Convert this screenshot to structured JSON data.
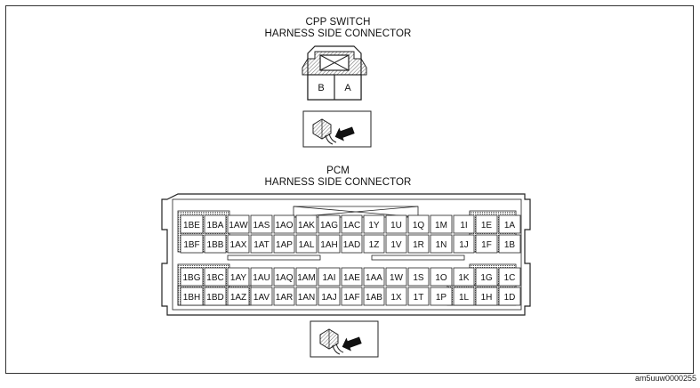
{
  "cpp": {
    "title_line1": "CPP SWITCH",
    "title_line2": "HARNESS SIDE CONNECTOR",
    "pins": [
      "B",
      "A"
    ]
  },
  "pcm": {
    "title_line1": "PCM",
    "title_line2": "HARNESS SIDE CONNECTOR",
    "row1": [
      "1BE",
      "1BA",
      "1AW",
      "1AS",
      "1AO",
      "1AK",
      "1AG",
      "1AC",
      "1Y",
      "1U",
      "1Q",
      "1M",
      "1I",
      "1E",
      "1A"
    ],
    "row2": [
      "1BF",
      "1BB",
      "1AX",
      "1AT",
      "1AP",
      "1AL",
      "1AH",
      "1AD",
      "1Z",
      "1V",
      "1R",
      "1N",
      "1J",
      "1F",
      "1B"
    ],
    "row3": [
      "1BG",
      "1BC",
      "1AY",
      "1AU",
      "1AQ",
      "1AM",
      "1AI",
      "1AE",
      "1AA",
      "1W",
      "1S",
      "1O",
      "1K",
      "1G",
      "1C"
    ],
    "row4": [
      "1BH",
      "1BD",
      "1AZ",
      "1AV",
      "1AR",
      "1AN",
      "1AJ",
      "1AF",
      "1AB",
      "1X",
      "1T",
      "1P",
      "1L",
      "1H",
      "1D"
    ]
  },
  "footer_code": "am5uuw0000255"
}
